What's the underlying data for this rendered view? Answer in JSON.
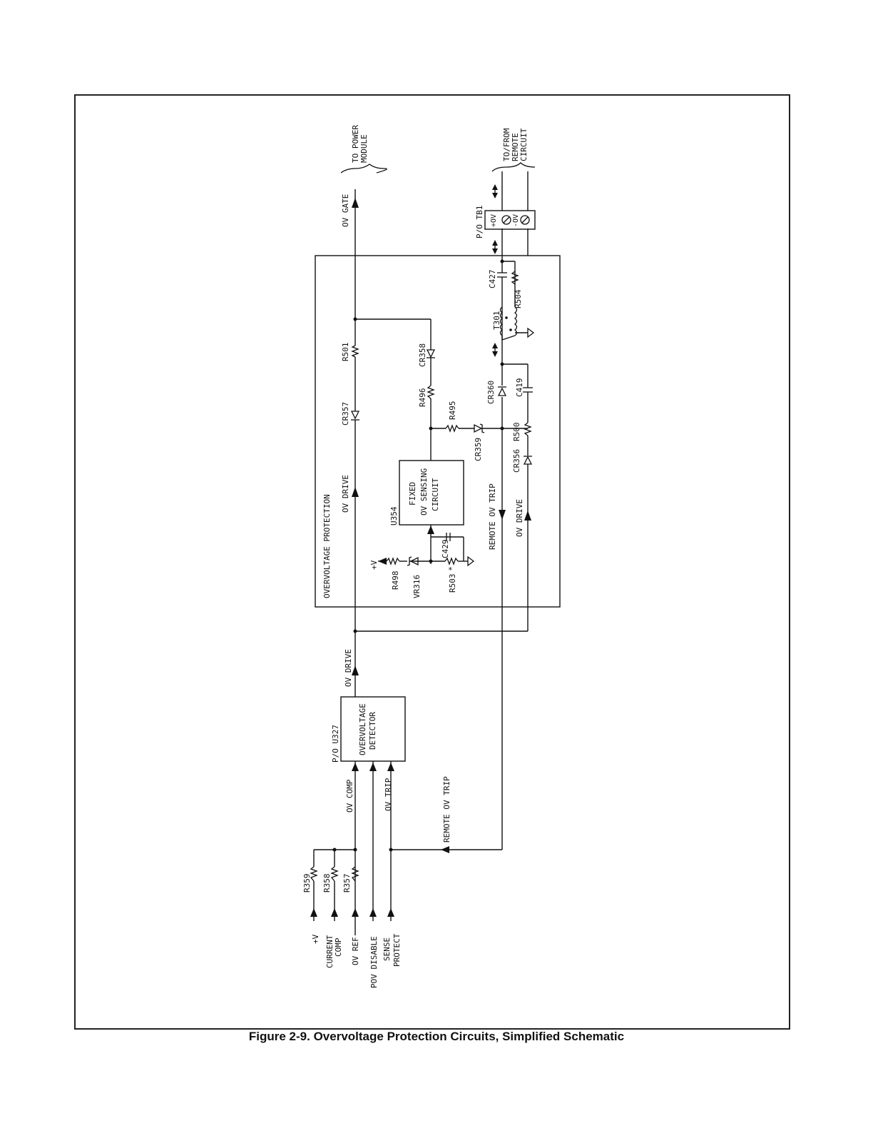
{
  "caption": "Figure 2-9. Overvoltage Protection Circuits, Simplified Schematic",
  "blocks": {
    "ovp_title": "OVERVOLTAGE PROTECTION",
    "fixed_line1": "FIXED",
    "fixed_line2": "OV SENSING",
    "fixed_line3": "CIRCUIT",
    "fixed_ref": "U354",
    "detector_line1": "OVERVOLTAGE",
    "detector_line2": "DETECTOR",
    "detector_ref": "P/O U327"
  },
  "signals": {
    "ov_gate": "OV GATE",
    "ov_drive_top": "OV DRIVE",
    "ov_drive_mid": "OV DRIVE",
    "ov_drive_right": "OV DRIVE",
    "remote_ov_trip_top": "REMOTE OV TRIP",
    "remote_ov_trip_bottom": "REMOTE OV TRIP",
    "ov_comp": "OV COMP",
    "ov_trip": "OV TRIP",
    "to_power_module_1": "TO POWER",
    "to_power_module_2": "MODULE",
    "to_from_remote_1": "TO/FROM",
    "to_from_remote_2": "REMOTE",
    "to_from_remote_3": "CIRCUIT",
    "plus_v_internal": "+V"
  },
  "inputs": {
    "plus_v": "+V",
    "current_comp_1": "CURRENT",
    "current_comp_2": "COMP",
    "ov_ref": "OV REF",
    "pov_disable": "POV DISABLE",
    "sense_protect_1": "SENSE",
    "sense_protect_2": "PROTECT"
  },
  "terminal": {
    "ref": "P/O TB1",
    "pos": "+OV",
    "neg": "-OV"
  },
  "components": {
    "r501": "R501",
    "cr357": "CR357",
    "cr358": "CR358",
    "r496": "R496",
    "r495": "R495",
    "cr359": "CR359",
    "cr360": "CR360",
    "c419": "C419",
    "r500": "R500",
    "cr356": "CR356",
    "t301": "T301",
    "r504": "R504",
    "c427": "C427",
    "c429": "C429",
    "r503": "R503",
    "r503_mark": "*",
    "vr316": "VR316",
    "r498": "R498",
    "r359": "R359",
    "r358": "R358",
    "r357": "R357"
  }
}
